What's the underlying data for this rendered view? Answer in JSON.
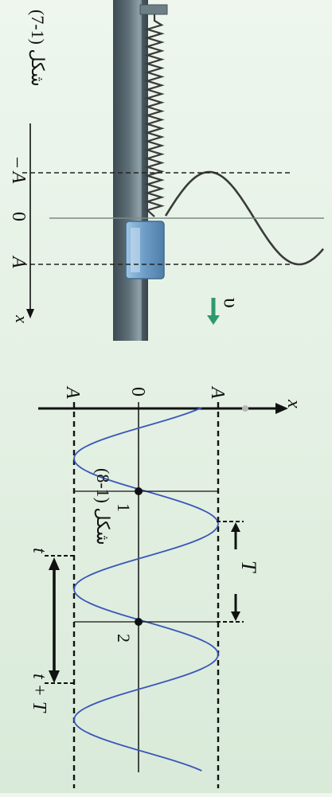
{
  "figure_top": {
    "caption": "شکل (1-7)",
    "axis_label_neg_a": "– A",
    "axis_label_zero": "0",
    "axis_label_a": "A",
    "axis_label_x": "x",
    "velocity_label": "υ"
  },
  "figure_bottom": {
    "caption": "شکل (1-8)",
    "axis_label_x": "x",
    "axis_label_a_top": "A",
    "axis_label_zero": "0",
    "axis_label_a_bottom": "A",
    "point_1": "1",
    "point_2": "2",
    "period_label": "T",
    "time_t": "t",
    "time_t_plus_T": "t + T"
  },
  "colors": {
    "wave": "#3a57b8",
    "arrow": "#2e9a6a",
    "spring": "#3a3a3a",
    "dashed": "#111111"
  }
}
